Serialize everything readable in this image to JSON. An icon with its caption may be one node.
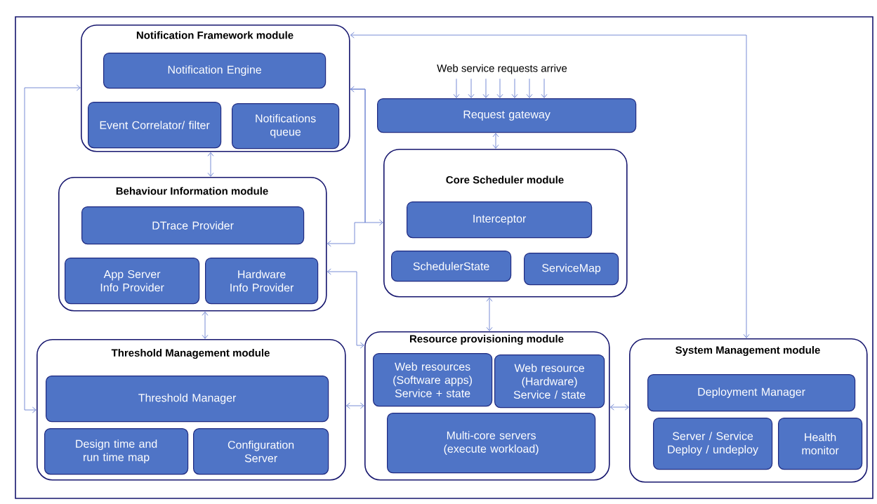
{
  "diagram": {
    "nodes": [
      {
        "text": [
          "Notification Framework module"
        ]
      },
      {
        "text": [
          "Notification Engine"
        ],
        "in": 0
      },
      {
        "text": [
          "Event Correlator/ filter"
        ],
        "in": 0
      },
      {
        "text": [
          "Notifications queue"
        ],
        "in": 0
      },
      {
        "text": [
          "Web service requests arrive"
        ]
      },
      {
        "text": [
          "Request gateway"
        ]
      },
      {
        "text": [
          "Behaviour Information module"
        ]
      },
      {
        "text": [
          "DTrace Provider"
        ],
        "in": 6
      },
      {
        "text": [
          "App Server Info Provider"
        ],
        "in": 6
      },
      {
        "text": [
          "Hardware Info Provider"
        ],
        "in": 6
      },
      {
        "text": [
          "Core Scheduler module"
        ]
      },
      {
        "text": [
          "Interceptor"
        ],
        "in": 10
      },
      {
        "text": [
          "SchedulerState"
        ],
        "in": 10
      },
      {
        "text": [
          "ServiceMap"
        ],
        "in": 10
      },
      {
        "text": [
          "Threshold Management module"
        ]
      },
      {
        "text": [
          "Threshold Manager"
        ],
        "in": 14
      },
      {
        "text": [
          "Design time and run time map"
        ],
        "in": 14
      },
      {
        "text": [
          "Configuration Server"
        ],
        "in": 14
      },
      {
        "text": [
          "Resource provisioning module"
        ]
      },
      {
        "text": [
          "Web resources (Software apps) Service + state"
        ],
        "in": 18
      },
      {
        "text": [
          "Web resource (Hardware) Service / state"
        ],
        "in": 18
      },
      {
        "text": [
          "Multi-core servers (execute workload)"
        ],
        "in": 18
      },
      {
        "text": [
          "System Management module"
        ]
      },
      {
        "text": [
          "Deployment Manager"
        ],
        "in": 22
      },
      {
        "text": [
          "Server / Service Deploy / undeploy"
        ],
        "in": 22
      },
      {
        "text": [
          "Health monitor"
        ],
        "in": 22
      }
    ],
    "edges": [
      {
        "from": 0,
        "to": 6,
        "arrow": "both"
      },
      {
        "from": 6,
        "to": 14,
        "arrow": "both"
      },
      {
        "from": 0,
        "to": 14,
        "arrow": "both"
      },
      {
        "from": 0,
        "to": 10,
        "arrow": "both"
      },
      {
        "from": 0,
        "to": 6,
        "arrow": "to"
      },
      {
        "from": 6,
        "to": 18,
        "arrow": "both"
      },
      {
        "from": 5,
        "to": 10,
        "arrow": "both"
      },
      {
        "from": 10,
        "to": 18,
        "arrow": "both"
      },
      {
        "from": 14,
        "to": 18,
        "arrow": "both"
      },
      {
        "from": 18,
        "to": 22,
        "arrow": "both"
      },
      {
        "from": 0,
        "to": 22,
        "arrow": "both"
      },
      {
        "from": 4,
        "to": 5,
        "arrow": "to"
      },
      {
        "from": 4,
        "to": 5,
        "arrow": "to"
      },
      {
        "from": 4,
        "to": 5,
        "arrow": "to"
      },
      {
        "from": 4,
        "to": 5,
        "arrow": "to"
      },
      {
        "from": 4,
        "to": 5,
        "arrow": "to"
      },
      {
        "from": 4,
        "to": 5,
        "arrow": "to"
      },
      {
        "from": 4,
        "to": 5,
        "arrow": "to"
      }
    ]
  }
}
